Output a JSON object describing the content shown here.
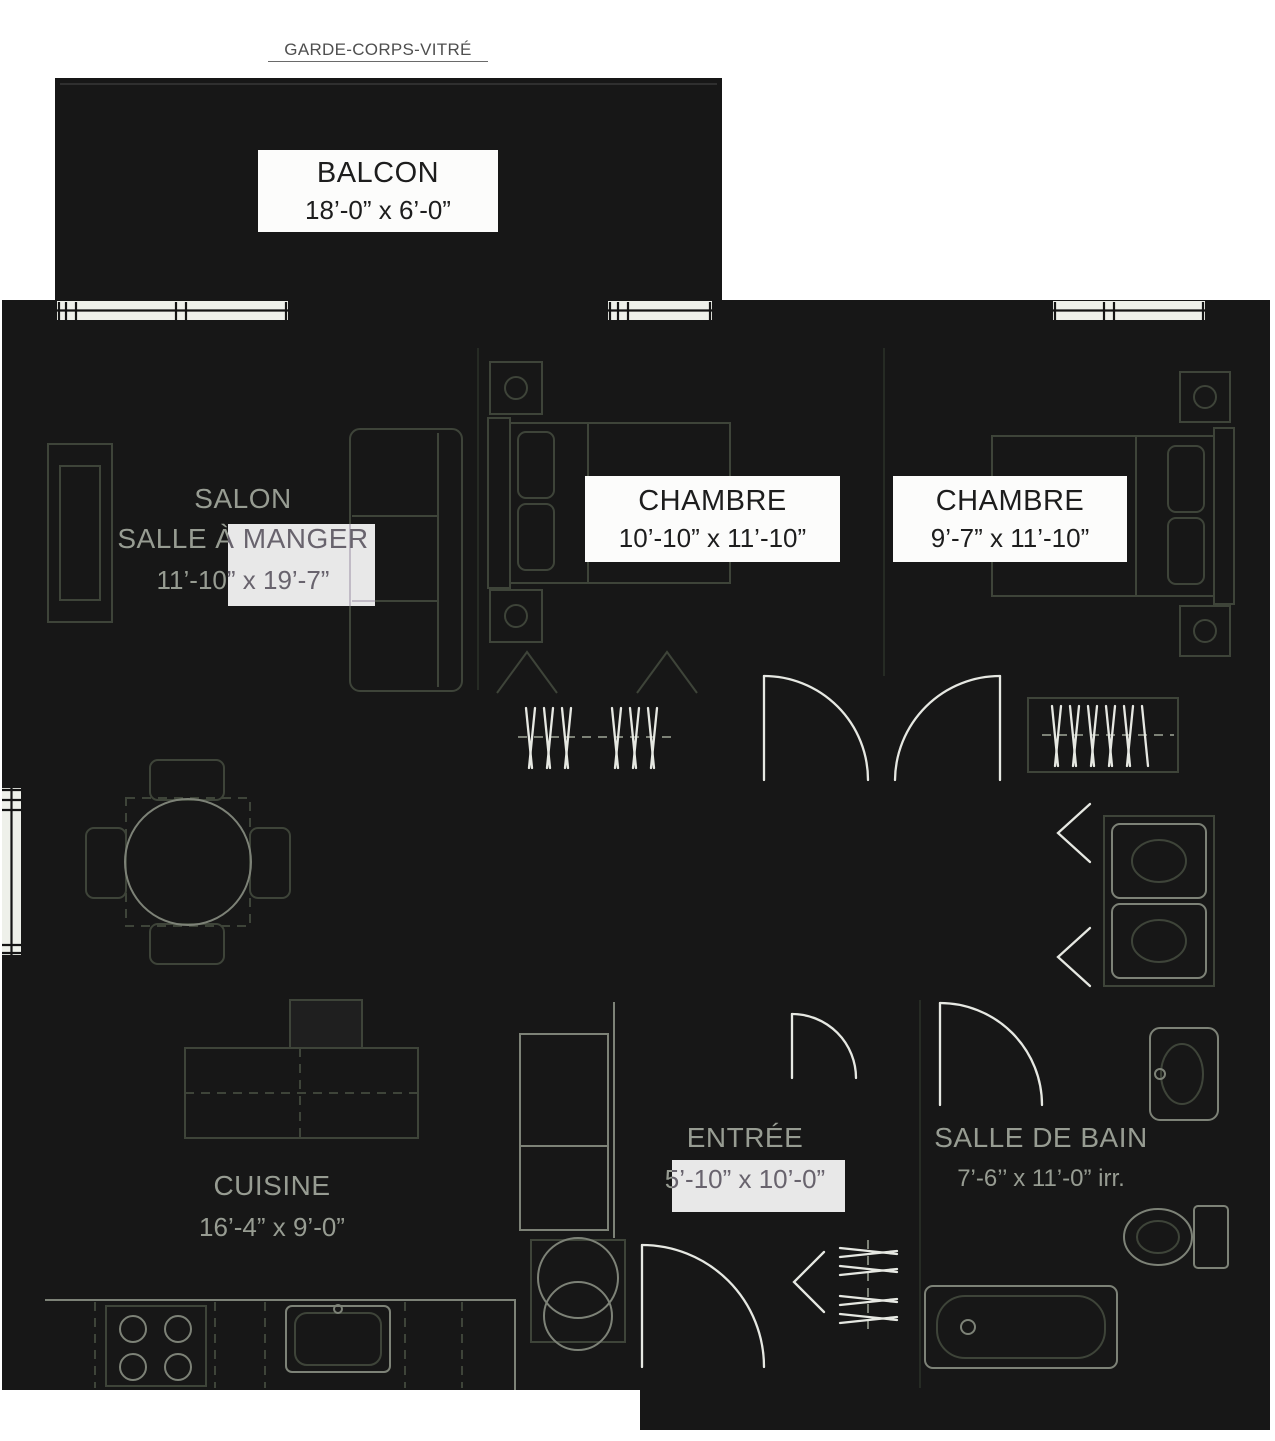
{
  "annotations": {
    "railing": "GARDE-CORPS-VITRÉ"
  },
  "rooms": {
    "balcon": {
      "name": "BALCON",
      "dims": "18’-0” x 6’-0”"
    },
    "salon": {
      "name_line1": "SALON",
      "name_line2": "SALLE À MANGER",
      "dims": "11’-10” x 19’-7”"
    },
    "chambre1": {
      "name": "CHAMBRE",
      "dims": "10’-10” x 11’-10”"
    },
    "chambre2": {
      "name": "CHAMBRE",
      "dims": "9’-7” x 11’-10”"
    },
    "cuisine": {
      "name": "CUISINE",
      "dims": "16’-4” x 9’-0”"
    },
    "entree": {
      "name": "ENTRÉE",
      "dims": "5’-10” x 10’-0”"
    },
    "salle_de_bain": {
      "name": "SALLE DE BAIN",
      "dims": "7’-6’’ x 11’-0” irr."
    }
  },
  "colors": {
    "wall": "#171717",
    "furniture_line": "#3e4439",
    "fixture_line": "#7d8277",
    "highlight_line": "#e6e8e2",
    "label_bg": "#ffffff",
    "room_text": "#979c92"
  }
}
